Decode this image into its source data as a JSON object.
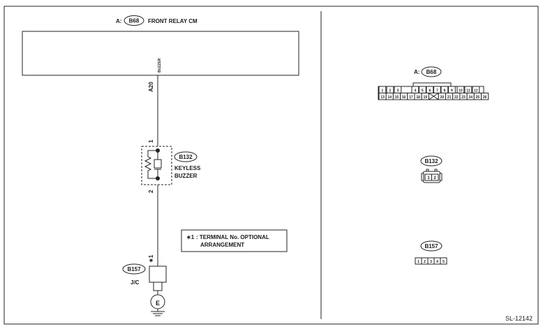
{
  "top_label": {
    "prefix": "A:",
    "connector": "B68",
    "name": "FRONT RELAY CM"
  },
  "module_terminal": "BUZZER",
  "pin_a20": "A20",
  "buzzer": {
    "connector": "B132",
    "name_line1": "KEYLESS",
    "name_line2": "BUZZER",
    "pin_top": "1",
    "pin_bottom": "2"
  },
  "note": {
    "marker": "∗1",
    "line1": ": TERMINAL No. OPTIONAL",
    "line2": "ARRANGEMENT"
  },
  "jc": {
    "connector": "B157",
    "name": "J/C",
    "pin": "∗1"
  },
  "ground_symbol": "E",
  "right_b68": {
    "prefix": "A:",
    "connector": "B68",
    "top_row": [
      "1",
      "2",
      "3",
      "4",
      "5",
      "6",
      "7",
      "8",
      "9",
      "10",
      "11",
      "12"
    ],
    "bottom_row": [
      "13",
      "14",
      "15",
      "16",
      "17",
      "18",
      "19",
      "20",
      "21",
      "22",
      "23",
      "24",
      "25",
      "26"
    ]
  },
  "right_b132": {
    "connector": "B132",
    "pins": [
      "1",
      "2"
    ]
  },
  "right_b157": {
    "connector": "B157",
    "pins": [
      "1",
      "2",
      "3",
      "4",
      "5"
    ]
  },
  "figure_id": "SL-12142"
}
